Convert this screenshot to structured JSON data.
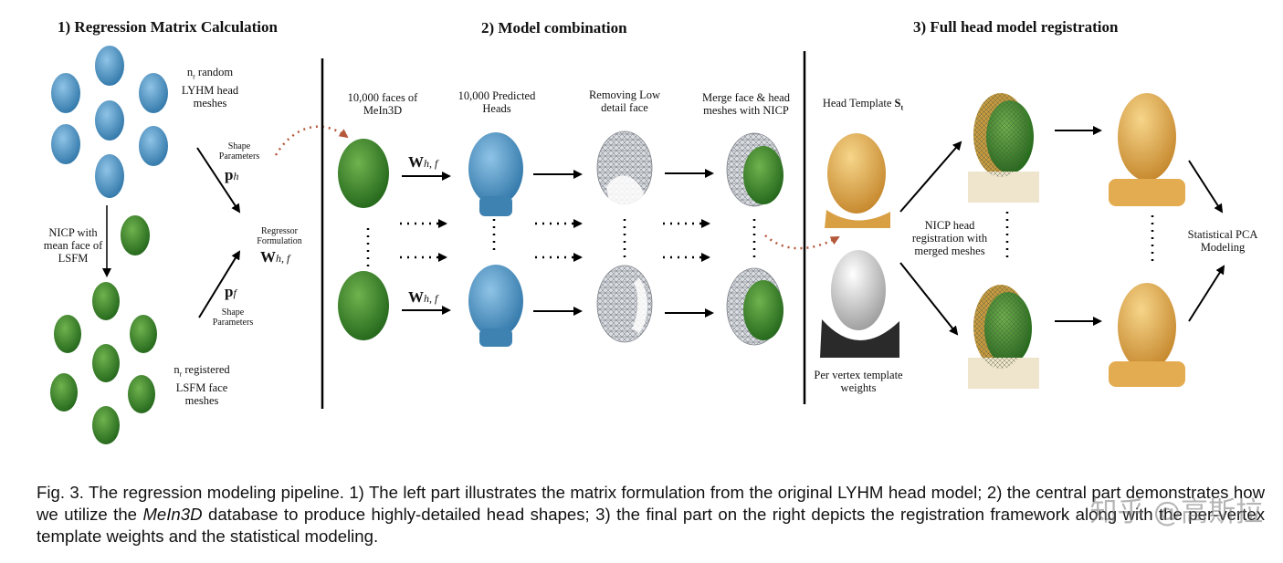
{
  "sections": {
    "s1_title": "1) Regression Matrix Calculation",
    "s2_title": "2) Model combination",
    "s3_title": "3) Full head model registration"
  },
  "section1": {
    "random_heads_label_n": "n",
    "random_heads_label_sub": "r",
    "random_heads_label_rest": " random LYHM head meshes",
    "nicp_label": "NICP with mean face of LSFM",
    "registered_label_n": "n",
    "registered_label_sub": "r",
    "registered_label_rest": " registered LSFM face meshes",
    "shape_params_top": "Shape Parameters",
    "ph_symbol": "p",
    "ph_sub": "h",
    "pf_symbol": "p",
    "pf_sub": "f",
    "shape_params_bottom": "Shape Parameters",
    "regressor_label": "Regressor Formulation",
    "w_symbol": "W",
    "w_sub": "h, f"
  },
  "section2": {
    "col1": "10,000 faces of MeIn3D",
    "col2": "10,000 Predicted Heads",
    "col3": "Removing Low detail face",
    "col4": "Merge face & head meshes with NICP",
    "w_symbol": "W",
    "w_sub": "h, f"
  },
  "section3": {
    "head_template": "Head Template ",
    "head_template_symbol": "S",
    "head_template_sub": "t",
    "per_vertex": "Per vertex template weights",
    "nicp_reg": "NICP head registration with merged meshes",
    "pca": "Statistical PCA Modeling"
  },
  "caption": {
    "part1": "Fig. 3. The regression modeling pipeline. 1) The left part illustrates the matrix formulation from the original LYHM head model; 2) the central part demonstrates how we utilize the ",
    "italic": "MeIn3D",
    "part2": " database to produce highly-detailed head shapes; 3) the final part on the right depicts the registration framework along with the per-vertex template weights and the statistical modeling."
  },
  "watermark": "知乎 @高斯拉",
  "colors": {
    "blue_head": "#4f97c9",
    "green_face": "#3c8c2c",
    "gold_head": "#e3a94a",
    "mesh_gray": "#b8bcc2",
    "dotted_arrow": "#b5583a"
  }
}
